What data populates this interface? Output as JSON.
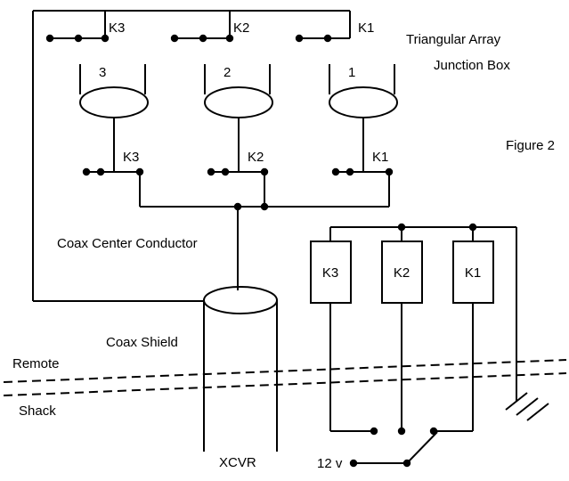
{
  "diagram": {
    "header": {
      "title_line1": "Triangular Array",
      "title_line2": "Junction Box",
      "figure_label": "Figure 2"
    },
    "loops": [
      {
        "number": "3",
        "top_contact_label": "K3",
        "bottom_contact_label": "K3"
      },
      {
        "number": "2",
        "top_contact_label": "K2",
        "bottom_contact_label": "K2"
      },
      {
        "number": "1",
        "top_contact_label": "K1",
        "bottom_contact_label": "K1"
      }
    ],
    "relay_coils": [
      {
        "label": "K3"
      },
      {
        "label": "K2"
      },
      {
        "label": "K1"
      }
    ],
    "annotations": {
      "coax_center_conductor": "Coax Center Conductor",
      "coax_shield": "Coax Shield",
      "location_top": "Remote",
      "location_bottom": "Shack",
      "transceiver": "XCVR",
      "power": "12 v"
    },
    "colors": {
      "stroke": "#000000",
      "background": "#ffffff",
      "text": "#000000"
    }
  }
}
